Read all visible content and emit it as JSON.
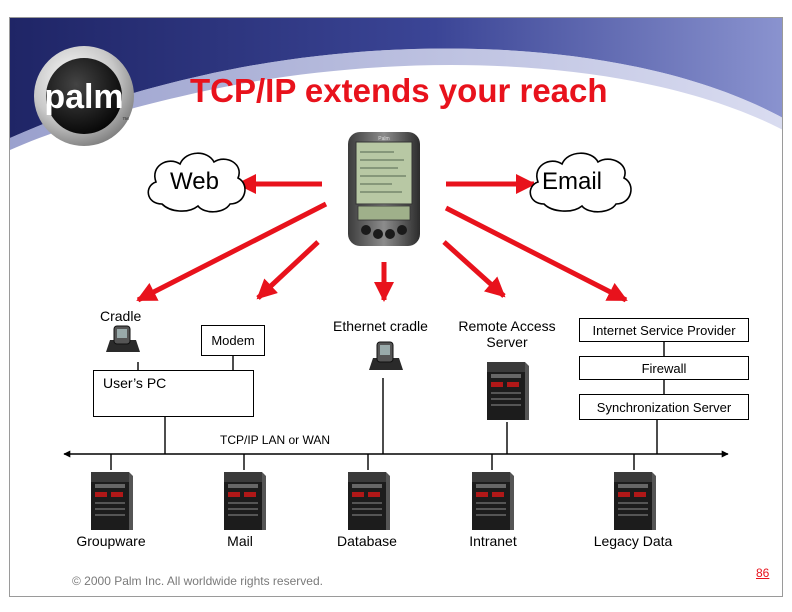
{
  "brand": {
    "logo_text": "palm",
    "trademark": "™",
    "colors": {
      "accent_red": "#e8121c",
      "navy": "#232a6b",
      "footer_gray": "#7a7a7a"
    }
  },
  "title": "TCP/IP extends your reach",
  "device": {
    "brand": "Palm"
  },
  "clouds": {
    "web": "Web",
    "email": "Email"
  },
  "endpoints": {
    "cradle": "Cradle",
    "modem": "Modem",
    "users_pc": "User’s PC",
    "ethernet_cradle": "Ethernet cradle",
    "remote_access_server": [
      "Remote Access",
      "Server"
    ],
    "internet_service_provider": "Internet Service Provider",
    "firewall": "Firewall",
    "synchronization_server": "Synchronization Server"
  },
  "network": {
    "label": "TCP/IP LAN or WAN"
  },
  "servers": [
    "Groupware",
    "Mail",
    "Database",
    "Intranet",
    "Legacy Data"
  ],
  "footer": {
    "copyright": "© 2000 Palm Inc.  All worldwide rights reserved.",
    "page_number": "86"
  }
}
